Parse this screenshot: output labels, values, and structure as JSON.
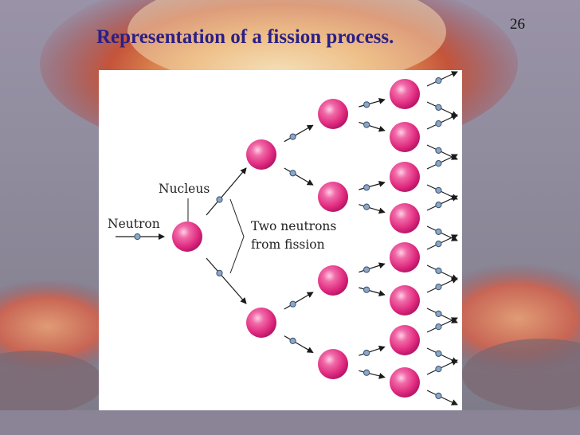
{
  "slide": {
    "number": "26",
    "title": "Representation of a fission process."
  },
  "diagram": {
    "labels": {
      "neutron": "Neutron",
      "nucleus": "Nucleus",
      "two_neutrons_line1": "Two neutrons",
      "two_neutrons_line2": "from fission"
    },
    "colors": {
      "nucleus": "#e02a7f",
      "neutron": "#8aa7c8",
      "arrow": "#1a1a1a",
      "title": "#2b1f86"
    },
    "generations": [
      {
        "name": "initial-neutron",
        "count": 1
      },
      {
        "name": "first-nucleus",
        "count": 1
      },
      {
        "name": "second-generation-nuclei",
        "count": 2
      },
      {
        "name": "third-generation-nuclei",
        "count": 4
      },
      {
        "name": "fourth-generation-nuclei",
        "count": 8
      }
    ]
  }
}
